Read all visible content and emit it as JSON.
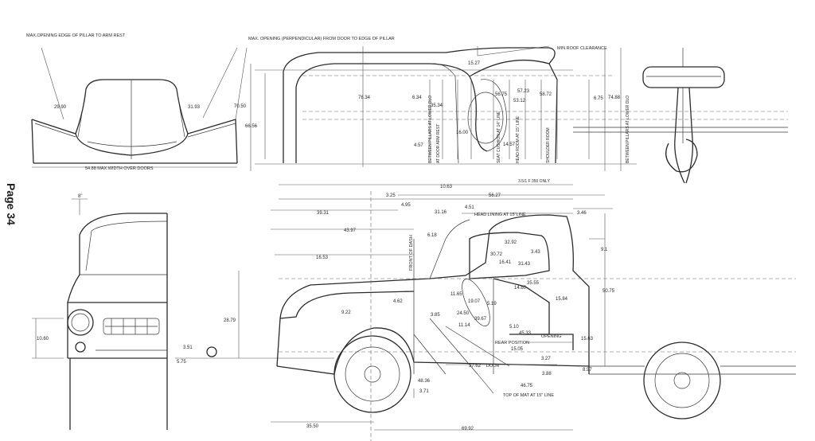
{
  "page_label": "Page 34",
  "callouts": {
    "pillar_to_arm": "MAX.OPENING EDGE OF PILLAR TO ARM REST",
    "perp_door_pillar": "MAX. OPENING (PERPENDICULAR) FROM DOOR TO EDGE OF PILLAR",
    "max_width_over_doors": "54.88 MAX.WIDTH OVER DOORS",
    "min_roof_clearance": "MIN.ROOF CLEARANCE",
    "head_lining": "HEAD LINING AT 15\"LINE",
    "front_of_dash": "FRONT OF DASH",
    "top_of_mat": "TOP OF MAT AT 15\" LINE",
    "door": "DOOR",
    "rear_position": "REAR POSITION",
    "opening": "OPENING",
    "dim_350_only": "3.5/1 F 350 ONLY"
  },
  "rotated_labels": [
    "BETWEEN PILLARS AT LOWER DLO",
    "SEAT CUSHION AT 14\" LINE",
    "AT DOOR ARM REST",
    "HEAD ROOM AT 15\" LINE",
    "SHOULDER ROOM",
    "BETWEEN PILLARS AT LOWER DLO"
  ],
  "dimensions": {
    "front_view": [
      "29.90",
      "31.93"
    ],
    "top_elev": [
      "70.50",
      "66.56",
      "76.34",
      "6.34",
      "35.34",
      "15.27",
      "16.00",
      "56.75",
      "53.12",
      "57.23",
      "58.72",
      "6.75",
      "74.88",
      "14.57",
      "4.57"
    ],
    "side_view": [
      "10.63",
      "3.25",
      "56.27",
      "4.95",
      "4.51",
      "31.16",
      "3.46",
      "39.31",
      "43.97",
      "16.53",
      "6.18",
      "32.92",
      "30.72",
      "31.43",
      "16.41",
      "3.43",
      "9.1",
      "28.79",
      "50.75",
      "9.22",
      "4.62",
      "3.85",
      "11.65",
      "5.10",
      "14.60",
      "35.55",
      "15.84",
      "11.14",
      "19.07",
      "24.50",
      "39.67",
      "45.33",
      "15.05",
      "3.27",
      "37.62",
      "3.88",
      "48.36",
      "3.71",
      "46.75",
      "15.63",
      "8.97",
      "35.50",
      "69.92",
      "5.19"
    ],
    "front_elev": [
      "8\"",
      "10.60",
      "5.75",
      "3.51"
    ]
  }
}
